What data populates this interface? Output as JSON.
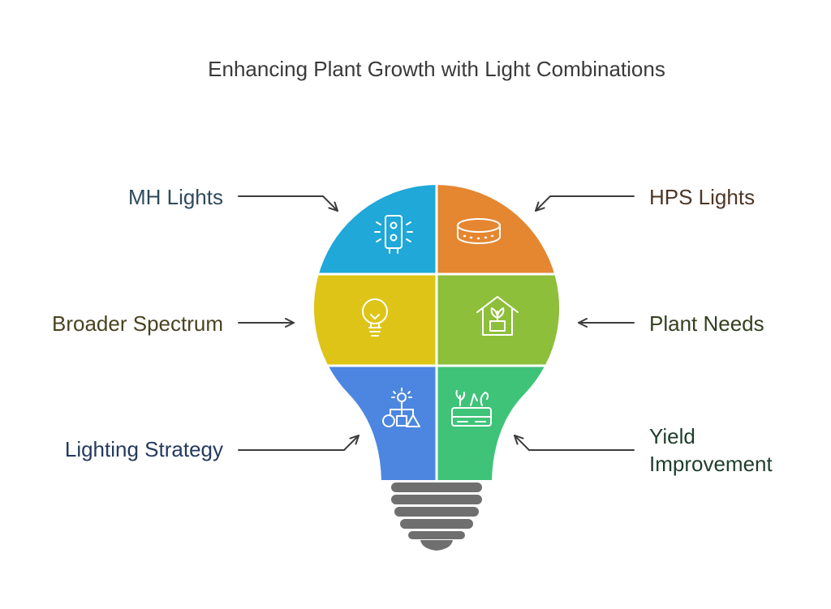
{
  "title": "Enhancing Plant Growth with Light Combinations",
  "segments": [
    {
      "label": "MH Lights",
      "color": "#1FA8D8",
      "icon": "light-fixture-icon",
      "side": "left"
    },
    {
      "label": "HPS Lights",
      "color": "#E58631",
      "icon": "ring-lamp-icon",
      "side": "right"
    },
    {
      "label": "Broader Spectrum",
      "color": "#DDC417",
      "icon": "light-bulb-icon",
      "side": "left"
    },
    {
      "label": "Plant Needs",
      "color": "#8DBF3B",
      "icon": "greenhouse-plant-icon",
      "side": "right"
    },
    {
      "label": "Lighting Strategy",
      "color": "#4C86E0",
      "icon": "strategy-flowchart-icon",
      "side": "left"
    },
    {
      "label": "Yield Improvement",
      "color": "#3FC379",
      "icon": "crop-tray-icon",
      "side": "right"
    }
  ],
  "colors": {
    "base": "#6F6F6F",
    "arrow": "#3D3D3D"
  }
}
